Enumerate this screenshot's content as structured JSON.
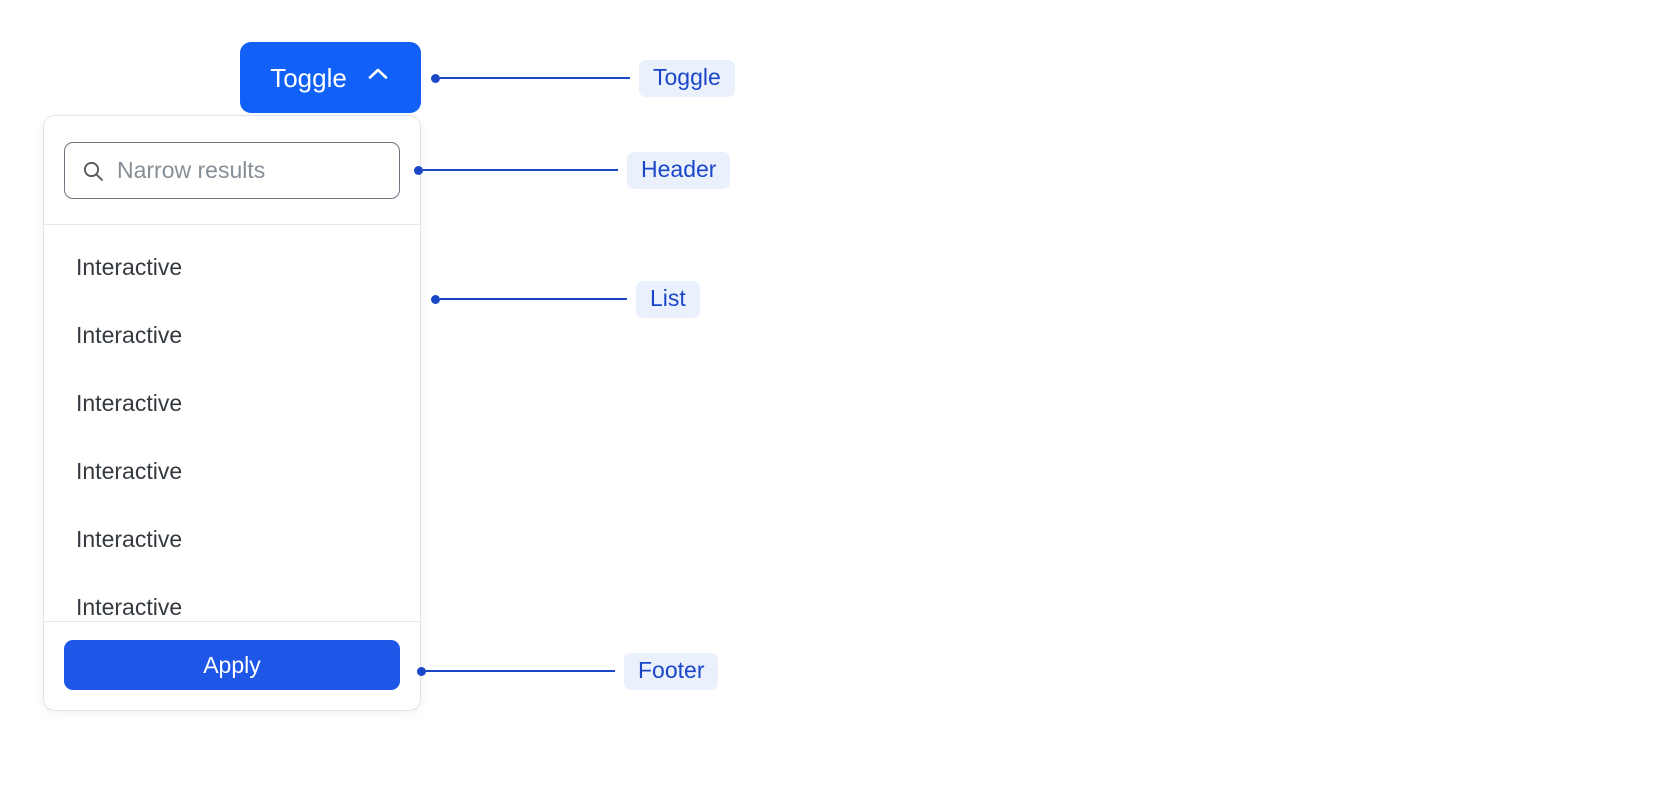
{
  "toggle": {
    "label": "Toggle",
    "icon": "chevron-up-icon",
    "background_color": "#1161f8",
    "text_color": "#ffffff",
    "state": "expanded"
  },
  "panel": {
    "header": {
      "search": {
        "icon": "search-icon",
        "placeholder": "Narrow results",
        "value": ""
      }
    },
    "list": {
      "items": [
        {
          "label": "Interactive"
        },
        {
          "label": "Interactive"
        },
        {
          "label": "Interactive"
        },
        {
          "label": "Interactive"
        },
        {
          "label": "Interactive"
        },
        {
          "label": "Interactive"
        }
      ]
    },
    "footer": {
      "apply_label": "Apply",
      "apply_background": "#1e56e8"
    }
  },
  "annotations": {
    "accent_color": "#1a47c8",
    "label_background": "#eaf1fd",
    "items": [
      {
        "label": "Toggle"
      },
      {
        "label": "Header"
      },
      {
        "label": "List"
      },
      {
        "label": "Footer"
      }
    ]
  }
}
